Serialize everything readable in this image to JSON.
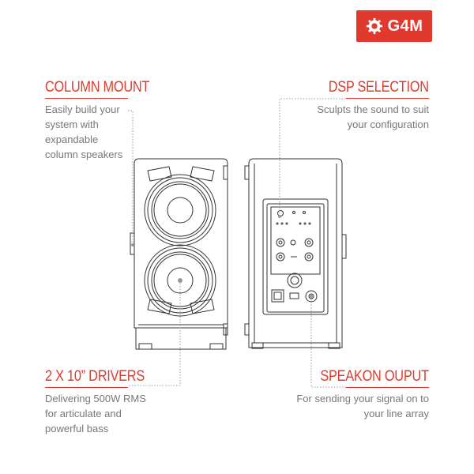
{
  "brand": {
    "logo_text": "G4M",
    "logo_color": "#e03a2f"
  },
  "colors": {
    "accent": "#e03a2f",
    "text_gray": "#777777",
    "line_gray": "#333333",
    "dotted": "#999999"
  },
  "features": {
    "column_mount": {
      "title": "COLUMN MOUNT",
      "description": "Easily build your\nsystem with\nexpandable\ncolumn speakers"
    },
    "dsp_selection": {
      "title": "DSP SELECTION",
      "description": "Sculpts the sound to suit\nyour configuration"
    },
    "drivers": {
      "title": "2 X 10” DRIVERS",
      "description": "Delivering 500W RMS\nfor articulate and\npowerful bass"
    },
    "speakon_output": {
      "title": "SPEAKON OUPUT",
      "description": "For sending your signal on to\nyour line array"
    }
  }
}
